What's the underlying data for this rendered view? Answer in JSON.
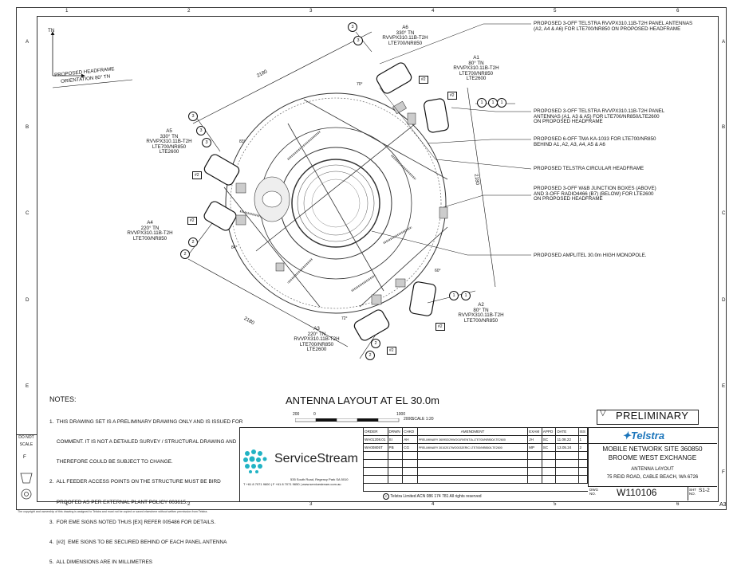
{
  "grid": {
    "cols": [
      "1",
      "2",
      "3",
      "4",
      "5",
      "6"
    ],
    "rows": [
      "A",
      "B",
      "C",
      "D",
      "E",
      "F"
    ]
  },
  "north": {
    "label": "TN"
  },
  "headframe_orientation": {
    "line1": "PROPOSED HEADFRAME",
    "line2": "ORIENTATION 80° TN"
  },
  "sectors": {
    "a6": {
      "name": "A6",
      "bearing": "330° TN",
      "model": "RVVPX310.11B-T2H",
      "tech1": "LTE700/NR850",
      "tech2": ""
    },
    "a1": {
      "name": "A1",
      "bearing": "80° TN",
      "model": "RVVPX310.11B-T2H",
      "tech1": "LTE700/NR850",
      "tech2": "LTE2600"
    },
    "a5": {
      "name": "A5",
      "bearing": "330° TN",
      "model": "RVVPX310.11B-T2H",
      "tech1": "LTE700/NR850",
      "tech2": "LTE2600"
    },
    "a4": {
      "name": "A4",
      "bearing": "220° TN",
      "model": "RVVPX310.11B-T2H",
      "tech1": "LTE700/NR850",
      "tech2": ""
    },
    "a3": {
      "name": "A3",
      "bearing": "220° TN",
      "model": "RVVPX310.11B-T2H",
      "tech1": "LTE700/NR850",
      "tech2": "LTE2600"
    },
    "a2": {
      "name": "A2",
      "bearing": "80° TN",
      "model": "RVVPX310.11B-T2H",
      "tech1": "LTE700/NR850",
      "tech2": ""
    }
  },
  "dims": {
    "d1": "2180",
    "d2": "2180",
    "d3": "2180",
    "a70": "70°",
    "a83": "83°",
    "a84": "84°",
    "a60": "60°",
    "a72": "72°"
  },
  "tags": {
    "n1": "1",
    "n2": "2",
    "n3": "3",
    "eme": "#2"
  },
  "callouts": [
    {
      "l1": "PROPOSED 3-OFF TELSTRA RVVPX310.11B-T2H PANEL ANTENNAS",
      "l2": "(A2, A4 & A6) FOR LTE700/NR850 ON PROPOSED HEADFRAME",
      "l3": ""
    },
    {
      "l1": "PROPOSED 3-OFF TELSTRA RVVPX310.11B-T2H PANEL",
      "l2": "ANTENNAS (A1, A3 & A5) FOR LTE700/NR850/LTE2600",
      "l3": "ON PROPOSED HEADFRAME"
    },
    {
      "l1": "PROPOSED 6-OFF TMA KA-1033 FOR LTE700/NR850",
      "l2": "BEHIND A1, A2, A3, A4, A5 & A6",
      "l3": ""
    },
    {
      "l1": "PROPOSED TELSTRA CIRCULAR HEADFRAME",
      "l2": "",
      "l3": ""
    },
    {
      "l1": "PROPOSED 3-OFF W&B JUNCTION BOXES (ABOVE)",
      "l2": "AND 3-OFF RADIO4466 (B7) (BELOW) FOR LTE2600",
      "l3": "ON PROPOSED HEADFRAME"
    },
    {
      "l1": "PROPOSED AMPLITEL 30.0m HIGH MONOPOLE.",
      "l2": "",
      "l3": ""
    }
  ],
  "title": {
    "main": "ANTENNA LAYOUT AT EL",
    "elev": "30.0m"
  },
  "scale": {
    "t0": "200",
    "t1": "0",
    "t2": "1000",
    "t3": "2000",
    "label": "SCALE 1:20"
  },
  "notes": {
    "heading": "NOTES:",
    "items": [
      "1.  THIS DRAWING SET IS A PRELIMINARY DRAWING ONLY AND IS ISSUED FOR",
      "     COMMENT. IT IS NOT A DETAILED SURVEY / STRUCTURAL DRAWING AND",
      "     THEREFORE COULD BE SUBJECT TO CHANGE.",
      "2.  ALL FEEDER ACCESS POINTS ON THE STRUCTURE MUST BE BIRD",
      "     PROOFED AS PER EXTERNAL PLANT POLICY 003615.",
      "3.  FOR EME SIGNS NOTED THUS [EX] REFER 005486 FOR DETAILS.",
      "4.  [#2]  EME SIGNS TO BE SECURED BEHIND OF EACH PANEL ANTENNA",
      "5.  ALL DIMENSIONS ARE IN MILLIMETRES"
    ]
  },
  "side": {
    "do_not": "DO NOT",
    "scale": "SCALE",
    "f": "F"
  },
  "company": {
    "name": "ServiceStream",
    "addr": "535 South Road, Regency Park SA 5010",
    "contact": "T +61 8 7071 9600 | F +61 8 7071 9650 | www.servicestream.com.au"
  },
  "rev_table": {
    "headers": [
      "ORDER",
      "DRWN",
      "CHKD",
      "AMENDMENT",
      "EXAM",
      "APPD",
      "DATE",
      "ISS"
    ],
    "rows": [
      [
        "WA01208.01",
        "SI",
        "AH",
        "PRELIMINARY 360953/29WO01RVENTIA-LTE700/NR850/LTE2600",
        "JH",
        "SC",
        "11.08.22",
        "1"
      ],
      [
        "WA00805T",
        "PB",
        "CG",
        "PRELIMINARY 30102017WO0032ERIC LTE700/NR850/LTE2600",
        "MP",
        "SC",
        "13.05.24",
        "2"
      ]
    ]
  },
  "prelim": "PRELIMINARY",
  "telstra": {
    "brand": "Telstra",
    "l1": "MOBILE NETWORK SITE 360850",
    "l2": "BROOME WEST EXCHANGE",
    "l3": "ANTENNA LAYOUT",
    "l4": "75 REID ROAD, CABLE BEACH, WA 6726"
  },
  "dwg": {
    "no_label": "DWG NO.",
    "no": "W110106",
    "sht_label": "SHT NO.",
    "sht": "S1-2",
    "size": "A3"
  },
  "copyright": "Telstra Limited  ACN 086 174 781   All rights reserved",
  "footer": "The copyright and ownership of this drawing is assigned to Telstra and must not be copied or saved elsewhere without written permission from Telstra."
}
